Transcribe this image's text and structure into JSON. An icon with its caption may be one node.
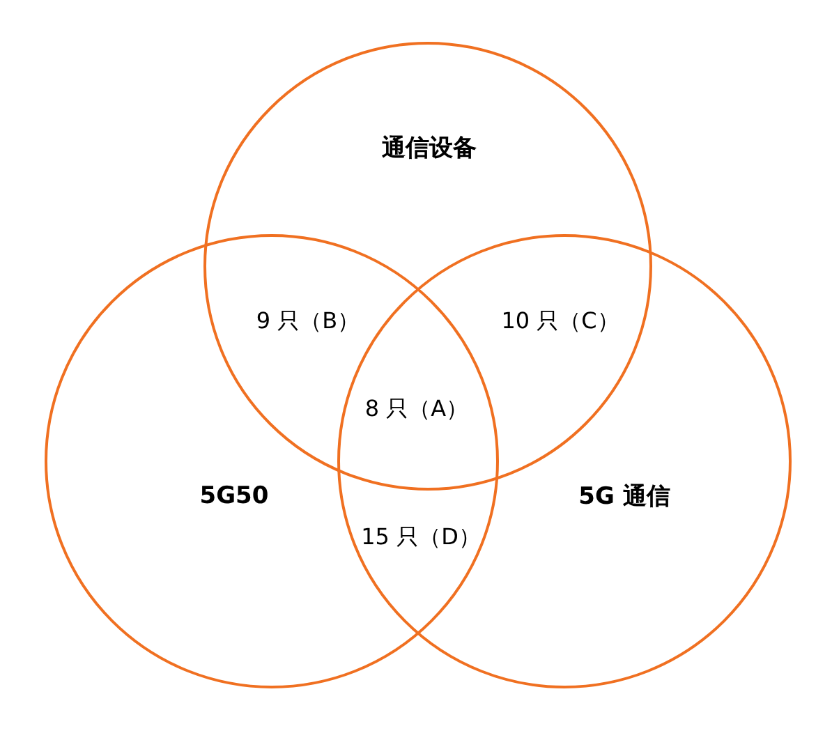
{
  "diagram": {
    "nodes": [
      {
        "text": [
          "通信设备"
        ]
      },
      {
        "text": [
          "5G50"
        ]
      },
      {
        "text": [
          "5G 通信"
        ]
      }
    ],
    "labels": [
      "9 只（B）",
      "10 只（C）",
      "8 只（A）",
      "15 只（D）"
    ]
  }
}
